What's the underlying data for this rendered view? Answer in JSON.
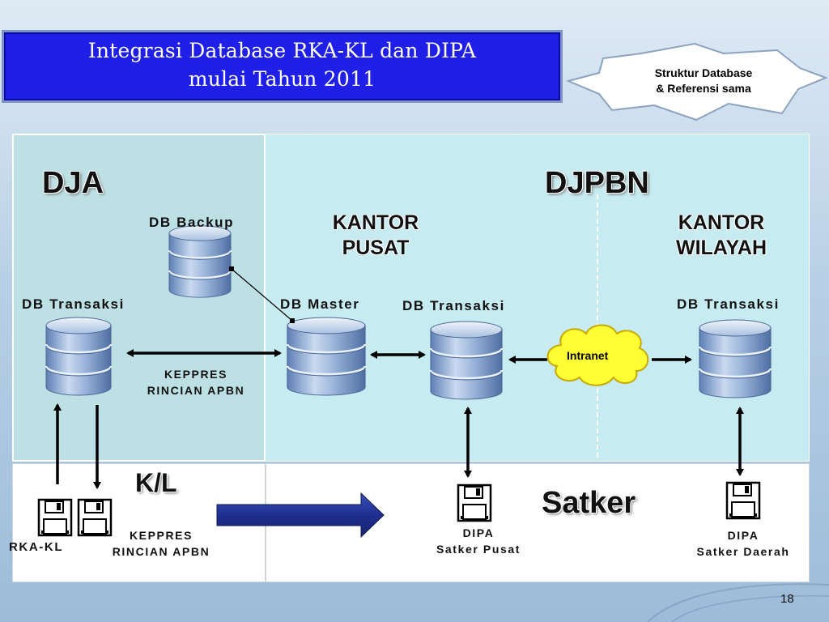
{
  "title": {
    "line1": "Integrasi Database RKA-KL dan DIPA",
    "line2": "mulai Tahun 2011"
  },
  "callout": {
    "line1": "Struktur Database",
    "line2": "& Referensi sama"
  },
  "sections": {
    "dja": "DJA",
    "djpbn": "DJPBN",
    "kl": "K/L",
    "satker": "Satker",
    "kantor_pusat_l1": "KANTOR",
    "kantor_pusat_l2": "PUSAT",
    "kantor_wilayah_l1": "KANTOR",
    "kantor_wilayah_l2": "WILAYAH"
  },
  "databases": {
    "db_backup": "DB Backup",
    "dja_db_transaksi": "DB Transaksi",
    "db_master": "DB Master",
    "pusat_db_transaksi": "DB Transaksi",
    "wilayah_db_transaksi": "DB Transaksi"
  },
  "labels": {
    "keppres_top_l1": "KEPPRES",
    "keppres_top_l2": "RINCIAN APBN",
    "intranet": "Intranet",
    "rka_kl": "RKA-KL",
    "keppres_bottom_l1": "KEPPRES",
    "keppres_bottom_l2": "RINCIAN APBN",
    "dipa_pusat_l1": "DIPA",
    "dipa_pusat_l2": "Satker Pusat",
    "dipa_daerah_l1": "DIPA",
    "dipa_daerah_l2": "Satker Daerah"
  },
  "page_number": "18",
  "colors": {
    "title_bg": "#1f1fe8",
    "arrow_block": "#1d2e8c",
    "cloud_fill": "#ffff33",
    "db_body": "#8aa7d2"
  }
}
